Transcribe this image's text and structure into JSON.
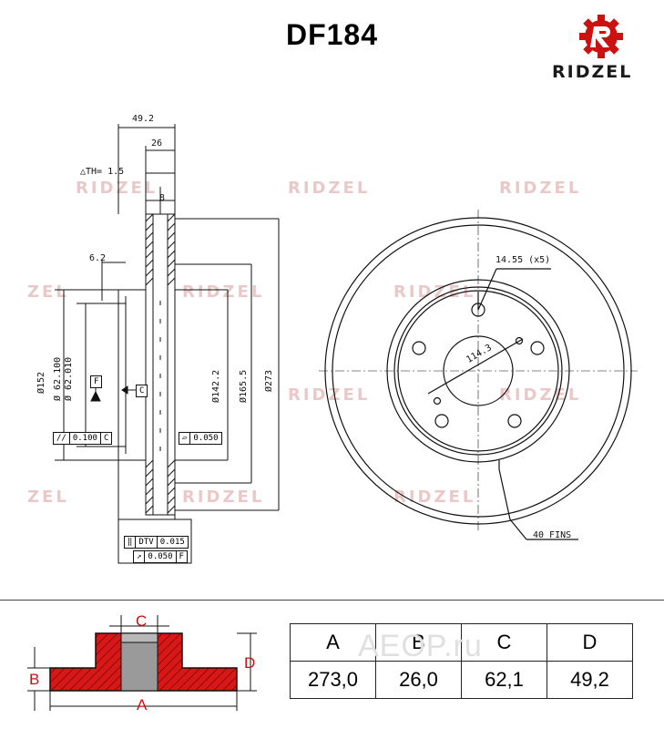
{
  "title": "DF184",
  "brand": {
    "name": "RIDZEL",
    "color": "#cc1111"
  },
  "watermark": {
    "text": "RIDZEL",
    "partial_text": "ZEL",
    "color": "#ebc8c8"
  },
  "drawing": {
    "side_dims": {
      "overall_width": "49.2",
      "thickness": "26",
      "th_tolerance": "△TH= 1.5",
      "vane_gap": "8",
      "hat_offset": "6.2"
    },
    "diameters": {
      "d152": "Ø152",
      "bore": "Ø 62.100\nØ 62.010",
      "bore_line1": "Ø 62.100",
      "bore_line2": "Ø 62.010",
      "d142": "Ø142.2",
      "d165": "Ø165.5",
      "d273": "Ø273"
    },
    "datum_f": "F",
    "datum_c": "C",
    "tolerances": {
      "parallelism": {
        "symbol": "//",
        "value": "0.100",
        "ref": "C"
      },
      "flatness": {
        "symbol": "▱",
        "value": "0.050"
      },
      "dtv": {
        "symbol": "‖",
        "label": "DTV",
        "value": "0.015"
      },
      "runout": {
        "symbol": "↗",
        "value": "0.050",
        "ref": "F"
      }
    },
    "front": {
      "holes": "14.55 (x5)",
      "pcd": "114.3",
      "fins": "40 FINS"
    }
  },
  "section_labels": {
    "a": "A",
    "b": "B",
    "c": "C",
    "d": "D"
  },
  "table": {
    "headers": [
      "A",
      "B",
      "C",
      "D"
    ],
    "values": [
      "273,0",
      "26,0",
      "62,1",
      "49,2"
    ]
  },
  "site_watermark": "AEOP.ru",
  "colors": {
    "section_fill": "#d81818",
    "hub_fill": "#9a9a9a",
    "line": "#111111"
  }
}
